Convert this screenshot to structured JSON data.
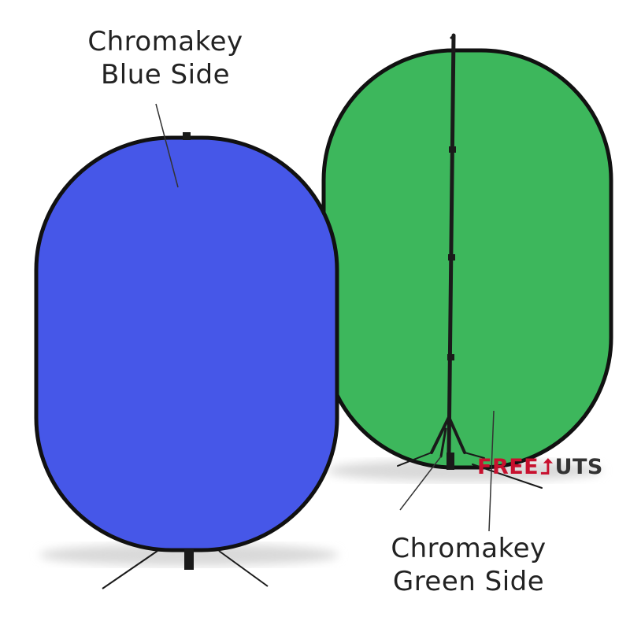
{
  "labels": {
    "blue_line1": "Chromakey",
    "blue_line2": "Blue Side",
    "green_line1": "Chromakey",
    "green_line2": "Green Side"
  },
  "watermark": {
    "text": "FREETUTS",
    "part1": "FREE",
    "part2": "UTS"
  },
  "colors": {
    "blue_panel": "#4657E8",
    "green_panel": "#3DB75C",
    "frame": "#111111",
    "watermark_red": "#C8102E",
    "watermark_dark": "#333333"
  }
}
